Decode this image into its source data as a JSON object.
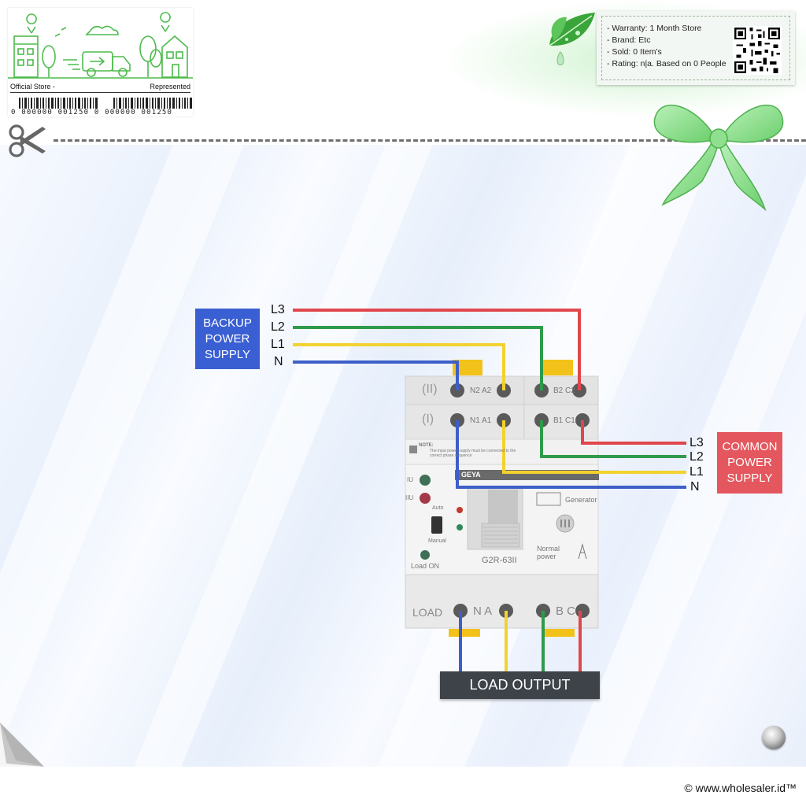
{
  "store_tag": {
    "left_label": "Official Store -",
    "right_label": "Represented",
    "barcode_number": "0 000000 001250 0 000000 001250"
  },
  "info_card": {
    "items": [
      "- Warranty: 1 Month Store",
      "- Brand: Etc",
      "- Sold: 0 Item's",
      "- Rating: n|a. Based on 0 People"
    ]
  },
  "diagram": {
    "backup_supply": "BACKUP\nPOWER\nSUPPLY",
    "common_supply": "COMMON\nPOWER\nSUPPLY",
    "backup_lines": [
      "L3",
      "L2",
      "L1",
      "N"
    ],
    "common_lines": [
      "L3",
      "L2",
      "L1",
      "N"
    ],
    "load_output": "LOAD OUTPUT",
    "wire_colors": {
      "L3": "#e0474c",
      "L2": "#2f9a4a",
      "L1": "#f2d230",
      "N": "#3d5fc8"
    },
    "device": {
      "upper_roman": "(II)",
      "lower_roman": "(I)",
      "upper_terms_left": "N2 A2",
      "upper_terms_right": "B2 C2",
      "lower_terms_left": "N1 A1",
      "lower_terms_right": "B1 C1",
      "brand": "GEYA",
      "model": "G2R-63II",
      "generator": "Generator",
      "normal_power": "Normal power",
      "load_on": "Load ON",
      "auto": "Auto",
      "manual": "Manual",
      "iu": "IU",
      "iiu": "IIU",
      "load_label": "LOAD",
      "load_left": "N A",
      "load_right": "B C",
      "note_title": "NOTE:",
      "note_text": "The input power supply must be connected to the correct phase sequence"
    }
  },
  "footer": {
    "copyright": "© www.wholesaler.id™"
  }
}
